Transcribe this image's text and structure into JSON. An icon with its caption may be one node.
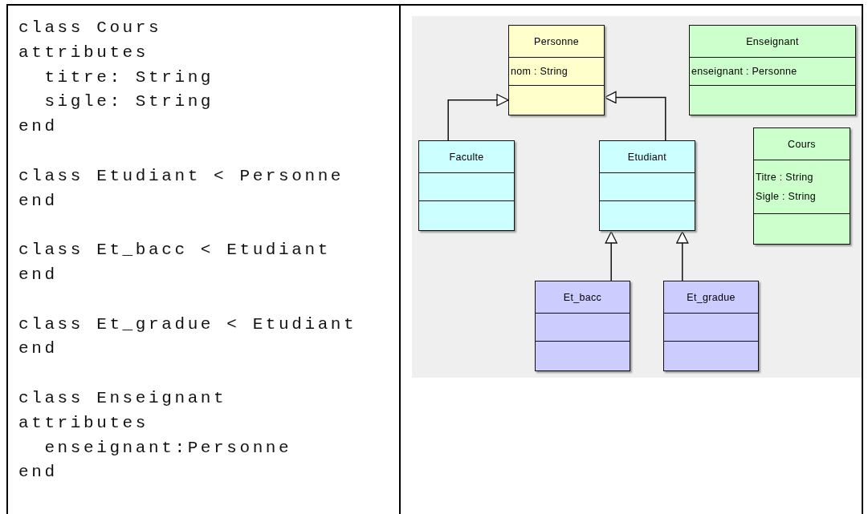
{
  "diagram": {
    "nodes": [
      {
        "text": [
          "Personne",
          "nom : String"
        ]
      },
      {
        "text": [
          "Enseignant",
          "enseignant : Personne"
        ]
      },
      {
        "text": [
          "Faculte"
        ]
      },
      {
        "text": [
          "Etudiant"
        ]
      },
      {
        "text": [
          "Cours",
          "Titre : String",
          "Sigle : String"
        ]
      },
      {
        "text": [
          "Et_bacc"
        ]
      },
      {
        "text": [
          "Et_gradue"
        ]
      }
    ],
    "edges": [
      {
        "from": 2,
        "to": 0,
        "arrow": "to"
      },
      {
        "from": 3,
        "to": 0,
        "arrow": "to"
      },
      {
        "from": 5,
        "to": 3,
        "arrow": "to"
      },
      {
        "from": 6,
        "to": 3,
        "arrow": "to"
      }
    ],
    "labels": [
      "class Cours\nattributes\n  titre: String\n  sigle: String\nend",
      "class Etudiant < Personne\nend",
      "class Et_bacc < Etudiant\nend",
      "class Et_gradue < Etudiant\nend",
      "class Enseignant\nattributes\n  enseignant:Personne\nend"
    ]
  }
}
